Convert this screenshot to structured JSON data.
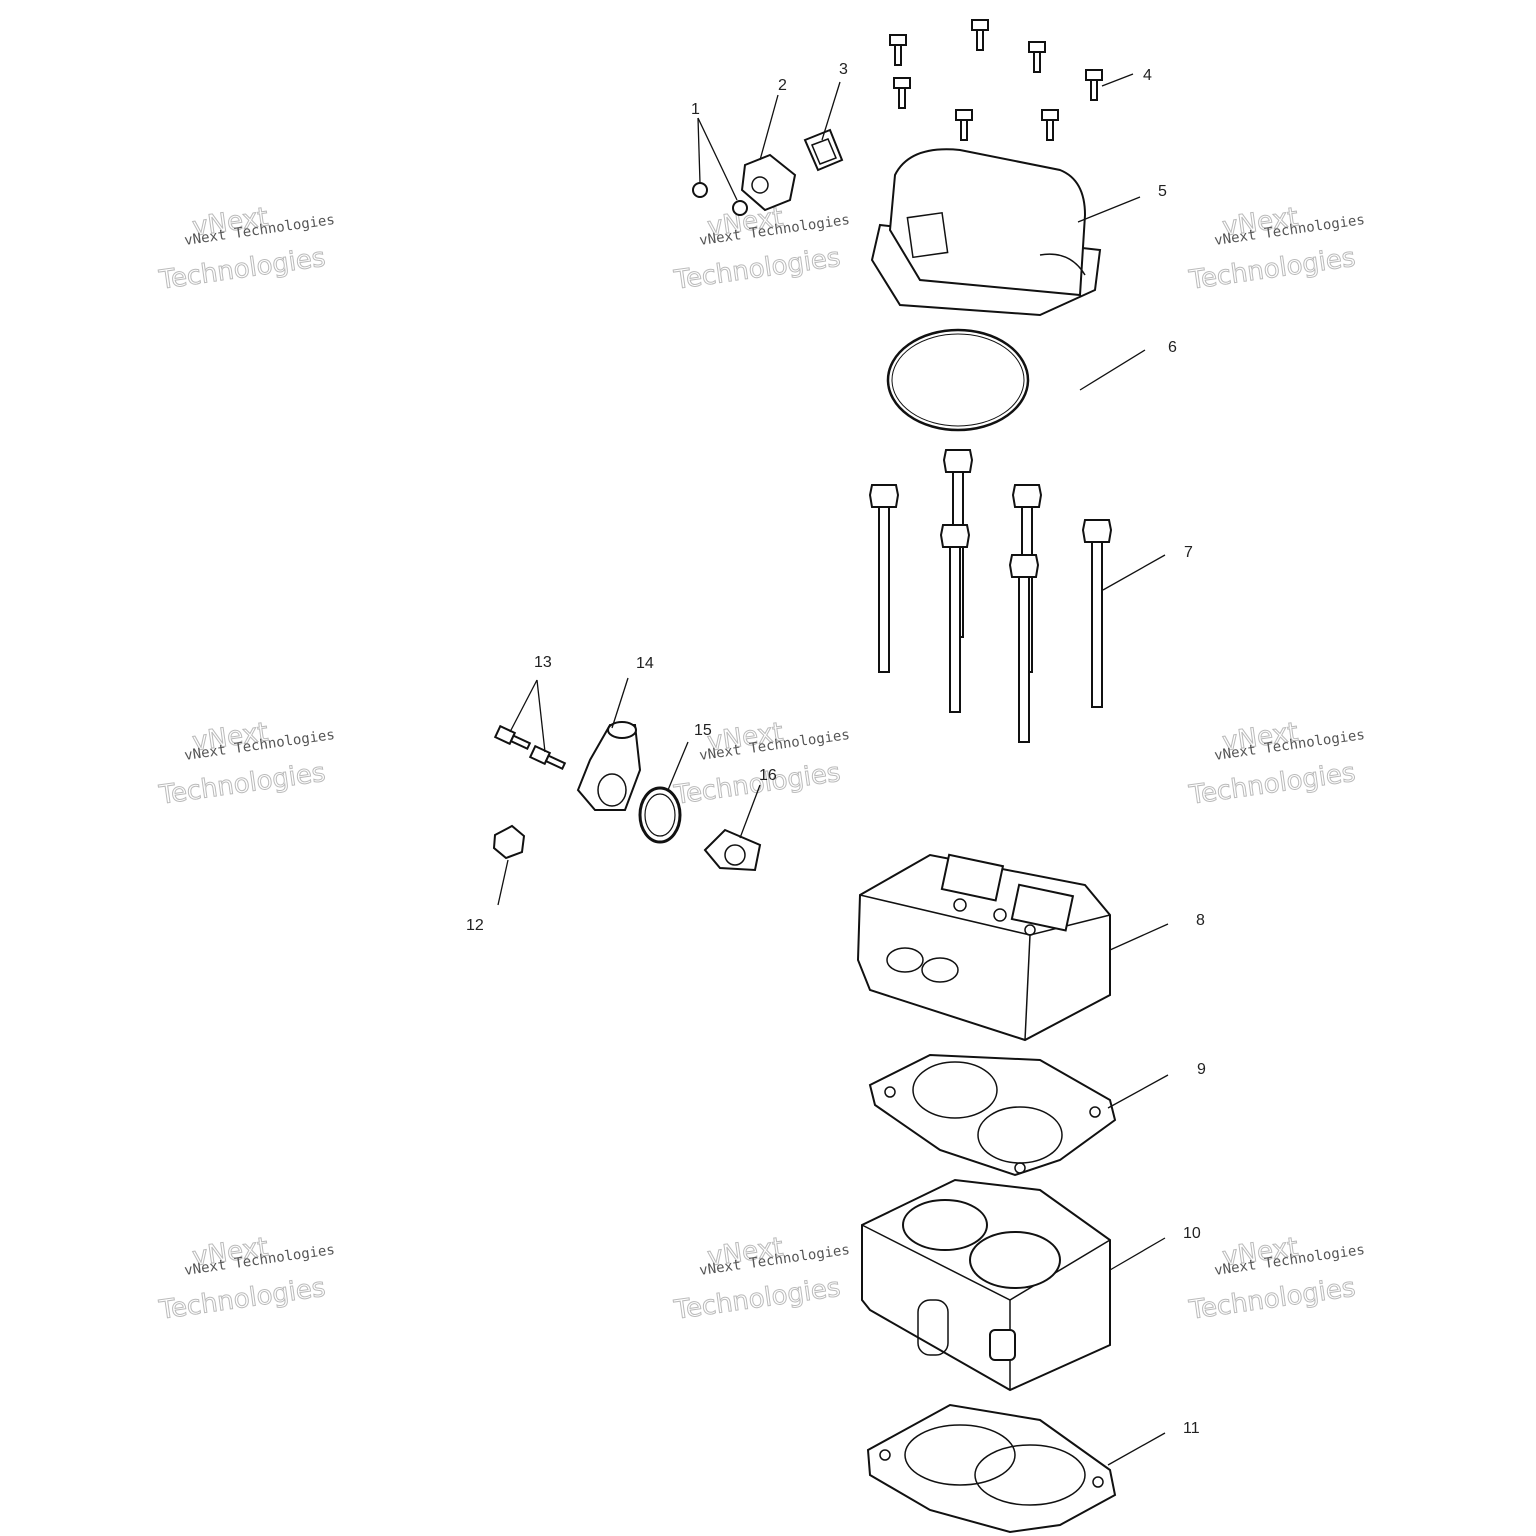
{
  "diagram": {
    "callouts": [
      "1",
      "2",
      "3",
      "4",
      "5",
      "6",
      "7",
      "8",
      "9",
      "10",
      "11",
      "12",
      "13",
      "14",
      "15",
      "16"
    ],
    "watermark": {
      "line1": "vNext Technologies",
      "big_line1": "vNext",
      "big_line2": "Technologies"
    }
  }
}
